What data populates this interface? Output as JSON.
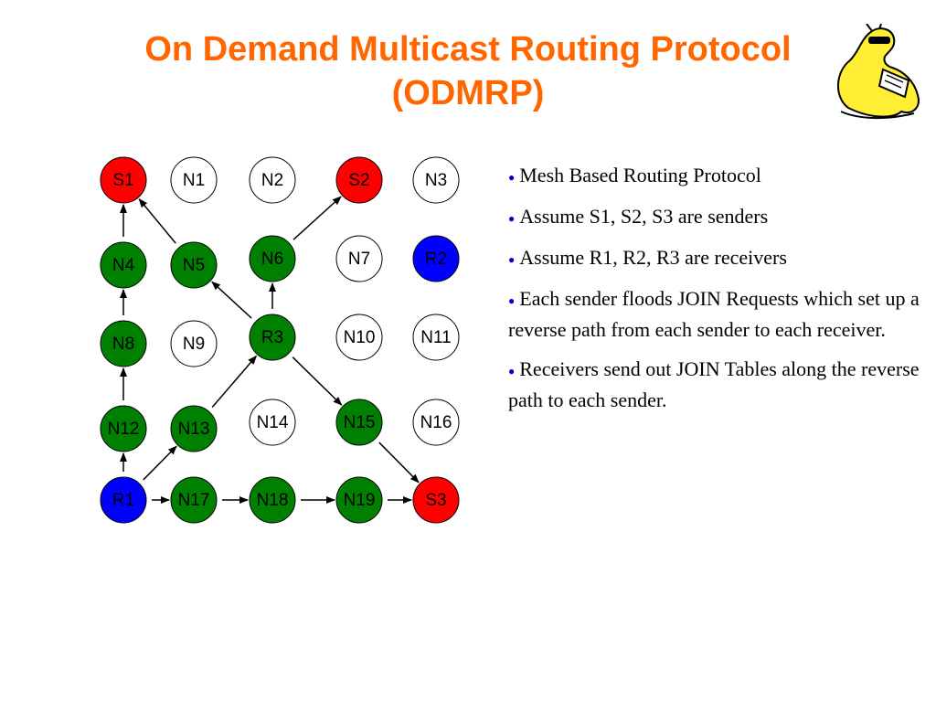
{
  "title": {
    "line1": "On Demand Multicast Routing Protocol",
    "line2": "(ODMRP)"
  },
  "colors": {
    "title": "#ff6600",
    "sender": "#ff0000",
    "receiver": "#0000ff",
    "forwarding": "#008000",
    "idle": "#ffffff",
    "bullet": "#0000cc"
  },
  "logo": {
    "icon": "slug-mascot-icon"
  },
  "nodes": [
    {
      "id": "S1",
      "label": "S1",
      "role": "sender"
    },
    {
      "id": "N1",
      "label": "N1",
      "role": "idle"
    },
    {
      "id": "N2",
      "label": "N2",
      "role": "idle"
    },
    {
      "id": "S2",
      "label": "S2",
      "role": "sender"
    },
    {
      "id": "N3",
      "label": "N3",
      "role": "idle"
    },
    {
      "id": "N4",
      "label": "N4",
      "role": "forwarding"
    },
    {
      "id": "N5",
      "label": "N5",
      "role": "forwarding"
    },
    {
      "id": "N6",
      "label": "N6",
      "role": "forwarding"
    },
    {
      "id": "N7",
      "label": "N7",
      "role": "idle"
    },
    {
      "id": "R2",
      "label": "R2",
      "role": "receiver"
    },
    {
      "id": "N8",
      "label": "N8",
      "role": "forwarding"
    },
    {
      "id": "N9",
      "label": "N9",
      "role": "idle"
    },
    {
      "id": "R3",
      "label": "R3",
      "role": "forwarding"
    },
    {
      "id": "N10",
      "label": "N10",
      "role": "idle"
    },
    {
      "id": "N11",
      "label": "N11",
      "role": "idle"
    },
    {
      "id": "N12",
      "label": "N12",
      "role": "forwarding"
    },
    {
      "id": "N13",
      "label": "N13",
      "role": "forwarding"
    },
    {
      "id": "N14",
      "label": "N14",
      "role": "idle"
    },
    {
      "id": "N15",
      "label": "N15",
      "role": "forwarding"
    },
    {
      "id": "N16",
      "label": "N16",
      "role": "idle"
    },
    {
      "id": "R1",
      "label": "R1",
      "role": "receiver"
    },
    {
      "id": "N17",
      "label": "N17",
      "role": "forwarding"
    },
    {
      "id": "N18",
      "label": "N18",
      "role": "forwarding"
    },
    {
      "id": "N19",
      "label": "N19",
      "role": "forwarding"
    },
    {
      "id": "S3",
      "label": "S3",
      "role": "sender"
    }
  ],
  "edges": [
    {
      "from": "N4",
      "to": "S1"
    },
    {
      "from": "N5",
      "to": "S1"
    },
    {
      "from": "N8",
      "to": "N4"
    },
    {
      "from": "N12",
      "to": "N8"
    },
    {
      "from": "R1",
      "to": "N12"
    },
    {
      "from": "R1",
      "to": "N13"
    },
    {
      "from": "R1",
      "to": "N17"
    },
    {
      "from": "N17",
      "to": "N18"
    },
    {
      "from": "N18",
      "to": "N19"
    },
    {
      "from": "N19",
      "to": "S3"
    },
    {
      "from": "N15",
      "to": "S3"
    },
    {
      "from": "R3",
      "to": "N15"
    },
    {
      "from": "N13",
      "to": "R3"
    },
    {
      "from": "R3",
      "to": "N5"
    },
    {
      "from": "R3",
      "to": "N6"
    },
    {
      "from": "N6",
      "to": "S2"
    }
  ],
  "bullets": [
    "Mesh Based Routing Protocol",
    "Assume S1, S2, S3 are senders",
    "Assume R1, R2, R3 are receivers",
    "Each sender floods JOIN Requests which set up a reverse path from each sender to each receiver.",
    "Receivers send out JOIN Tables along the reverse path to each sender."
  ]
}
